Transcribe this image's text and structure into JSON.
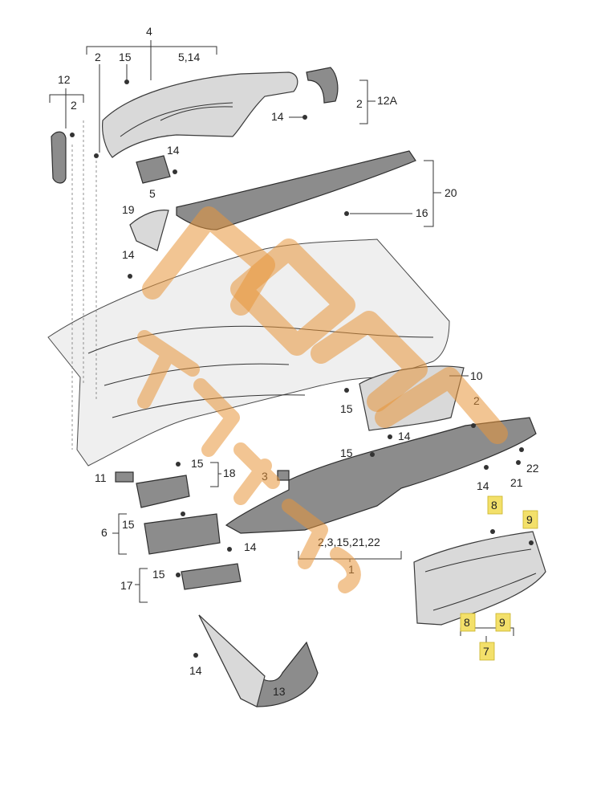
{
  "callouts": [
    {
      "id": "c4",
      "text": "4"
    },
    {
      "id": "c2a",
      "text": "2"
    },
    {
      "id": "c15a",
      "text": "15"
    },
    {
      "id": "c514",
      "text": "5,14"
    },
    {
      "id": "c12",
      "text": "12"
    },
    {
      "id": "c2b",
      "text": "2"
    },
    {
      "id": "c14a",
      "text": "14"
    },
    {
      "id": "c2c",
      "text": "2"
    },
    {
      "id": "c12A",
      "text": "12A"
    },
    {
      "id": "c14b",
      "text": "14"
    },
    {
      "id": "c5",
      "text": "5"
    },
    {
      "id": "c20",
      "text": "20"
    },
    {
      "id": "c16",
      "text": "16"
    },
    {
      "id": "c19",
      "text": "19"
    },
    {
      "id": "c14c",
      "text": "14"
    },
    {
      "id": "c10",
      "text": "10"
    },
    {
      "id": "c15b",
      "text": "15"
    },
    {
      "id": "c2d",
      "text": "2"
    },
    {
      "id": "c14d",
      "text": "14"
    },
    {
      "id": "c15c",
      "text": "15"
    },
    {
      "id": "c22",
      "text": "22"
    },
    {
      "id": "c11",
      "text": "11"
    },
    {
      "id": "c15d",
      "text": "15"
    },
    {
      "id": "c18",
      "text": "18"
    },
    {
      "id": "c3",
      "text": "3"
    },
    {
      "id": "c21",
      "text": "21"
    },
    {
      "id": "c14e",
      "text": "14"
    },
    {
      "id": "c8a",
      "text": "8"
    },
    {
      "id": "c9a",
      "text": "9"
    },
    {
      "id": "c6",
      "text": "6"
    },
    {
      "id": "c15e",
      "text": "15"
    },
    {
      "id": "c14f",
      "text": "14"
    },
    {
      "id": "c2list",
      "text": "2,3,15,21,22"
    },
    {
      "id": "c1",
      "text": "1"
    },
    {
      "id": "c17",
      "text": "17"
    },
    {
      "id": "c15f",
      "text": "15"
    },
    {
      "id": "c8b",
      "text": "8"
    },
    {
      "id": "c9b",
      "text": "9"
    },
    {
      "id": "c7",
      "text": "7"
    },
    {
      "id": "c14g",
      "text": "14"
    },
    {
      "id": "c13",
      "text": "13"
    }
  ],
  "colors": {
    "highlight": "#f3e06a",
    "watermark": "#e8953a"
  }
}
